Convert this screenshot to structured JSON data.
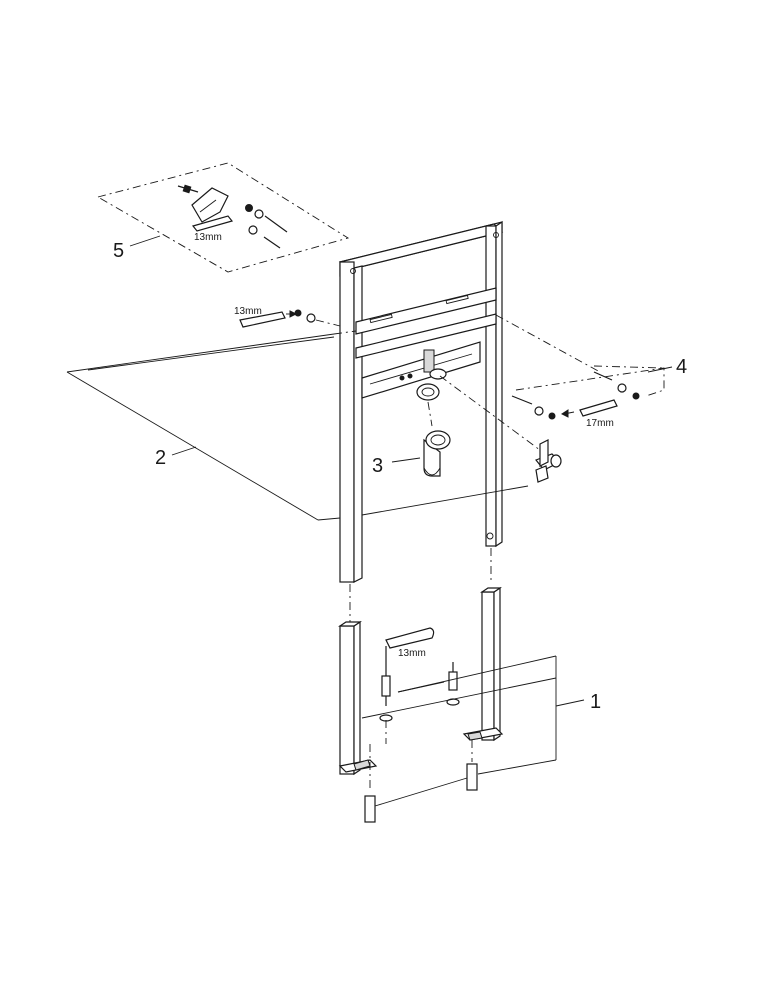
{
  "callouts": {
    "c1": "1",
    "c2": "2",
    "c3": "3",
    "c4": "4",
    "c5": "5"
  },
  "wrench_labels": {
    "wall_kit": "13mm",
    "top_fixing": "13mm",
    "side_fixing": "17mm",
    "foot": "13mm"
  }
}
